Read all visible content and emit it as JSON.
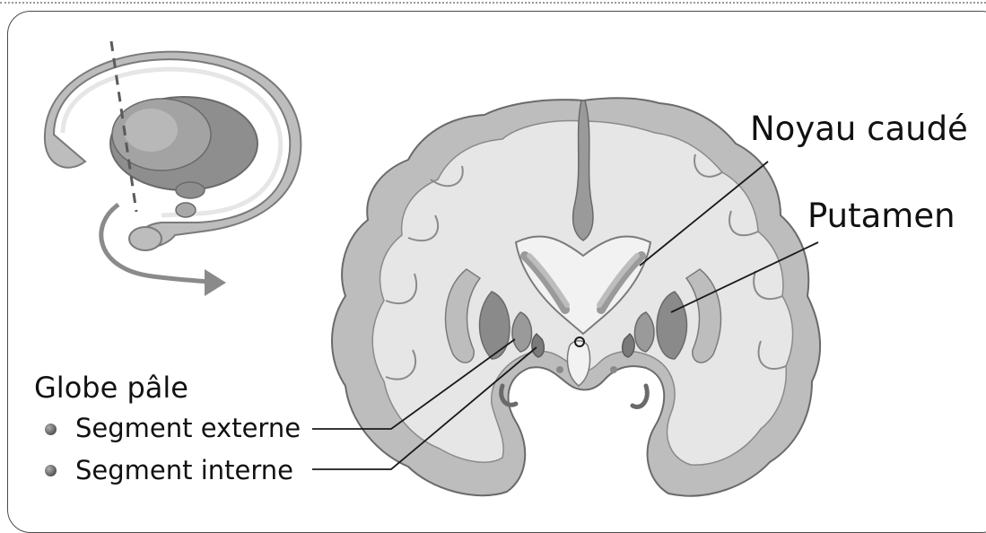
{
  "labels": {
    "noyau_caude": "Noyau caudé",
    "putamen": "Putamen",
    "globe_pale": "Globe pâle",
    "segment_externe": "Segment externe",
    "segment_interne": "Segment interne"
  },
  "colors": {
    "brain_fill": "#e6e6e6",
    "brain_outline": "#6a6a6a",
    "gray_matter": "#bdbdbd",
    "nuclei_dark": "#8a8a8a",
    "leader_line": "#1a1a1a"
  }
}
